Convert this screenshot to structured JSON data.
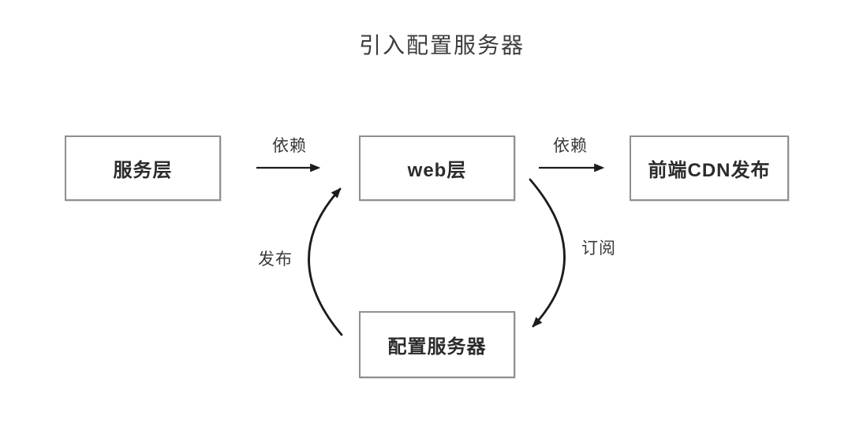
{
  "title": "引入配置服务器",
  "nodes": [
    {
      "id": "service-layer",
      "label": "服务层"
    },
    {
      "id": "web-layer",
      "label": "web层"
    },
    {
      "id": "frontend-cdn",
      "label": "前端CDN发布"
    },
    {
      "id": "config-server",
      "label": "配置服务器"
    }
  ],
  "edges": [
    {
      "id": "service-to-web",
      "from": "service-layer",
      "to": "web-layer",
      "label": "依赖",
      "style": "straight"
    },
    {
      "id": "web-to-cdn",
      "from": "web-layer",
      "to": "frontend-cdn",
      "label": "依赖",
      "style": "straight"
    },
    {
      "id": "config-to-web",
      "from": "config-server",
      "to": "web-layer",
      "label": "发布",
      "style": "curved-left"
    },
    {
      "id": "web-to-config",
      "from": "web-layer",
      "to": "config-server",
      "label": "订阅",
      "style": "curved-right"
    }
  ],
  "colors": {
    "background": "#ffffff",
    "box_fill": "#ffffff",
    "box_border": "#8f8f8f",
    "arrow": "#1c1c1c",
    "node_text": "#2b2b2b",
    "title_text": "#3c3c3c"
  }
}
